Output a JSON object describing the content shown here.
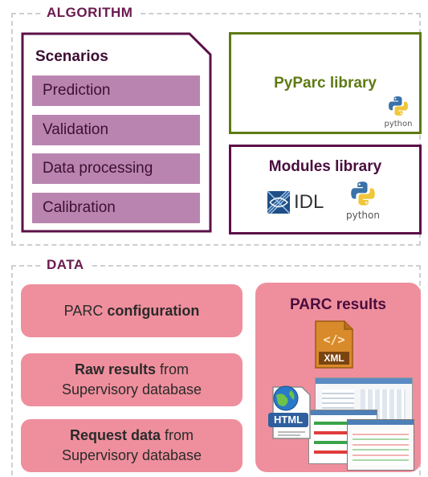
{
  "sections": {
    "algorithm": "ALGORITHM",
    "data": "DATA"
  },
  "scenarios": {
    "title": "Scenarios",
    "items": [
      "Prediction",
      "Validation",
      "Data processing",
      "Calibration"
    ]
  },
  "pyparc": {
    "title": "PyParc library",
    "logo_text": "python"
  },
  "modules": {
    "title": "Modules library",
    "idl_text": "IDL",
    "python_text": "python"
  },
  "data_boxes": {
    "config": {
      "normal": "PARC ",
      "bold": "configuration"
    },
    "raw": {
      "bold": "Raw results",
      "normal": " from",
      "line2": "Supervisory database"
    },
    "request": {
      "bold": "Request data",
      "normal": " from",
      "line2": "Supervisory database"
    }
  },
  "results": {
    "title": "PARC results",
    "xml_label": "XML",
    "html_label": "HTML"
  },
  "colors": {
    "algorithm_label": "#6a1a4f",
    "scenario_item": "#b985b0",
    "pyparc_border": "#5e7a14",
    "modules_border": "#5c1048",
    "data_box": "#ef8f9d"
  }
}
